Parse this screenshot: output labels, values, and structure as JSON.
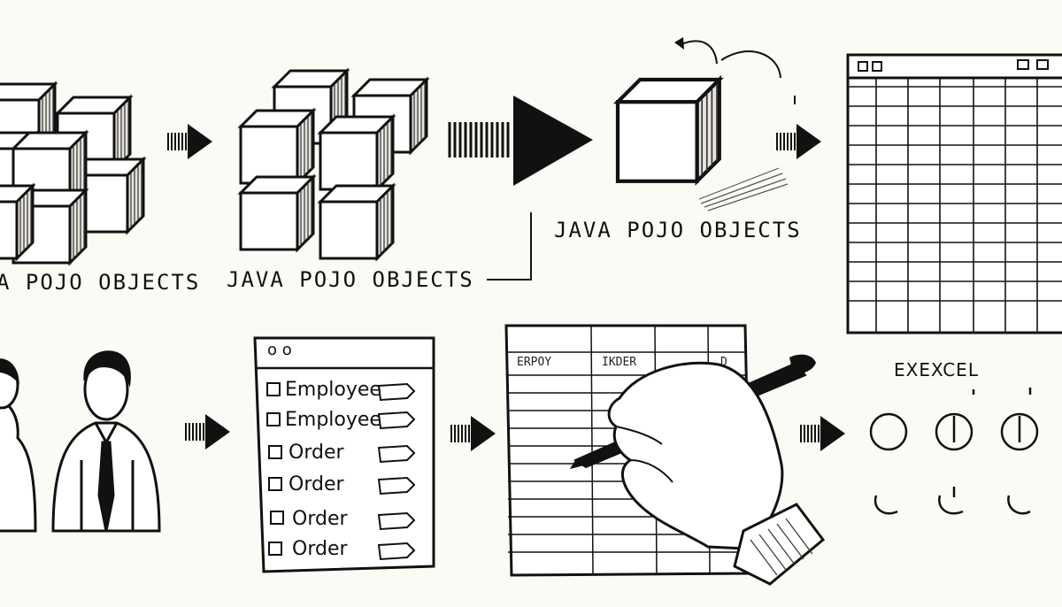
{
  "top_row": {
    "label_1": "A POJO OBJECTS",
    "label_2": "JAVA POJO OBJECTS",
    "label_3": "JAVA POJO OBJECTS"
  },
  "checklist": {
    "window_dots": "o o",
    "items": [
      "Employee",
      "Employee",
      "Order",
      "Order",
      "Order",
      "Order"
    ]
  },
  "sheet": {
    "headers": [
      "ERPOY",
      "IKDER",
      "",
      "D"
    ]
  },
  "excel": {
    "title": "EXEXCEL"
  }
}
